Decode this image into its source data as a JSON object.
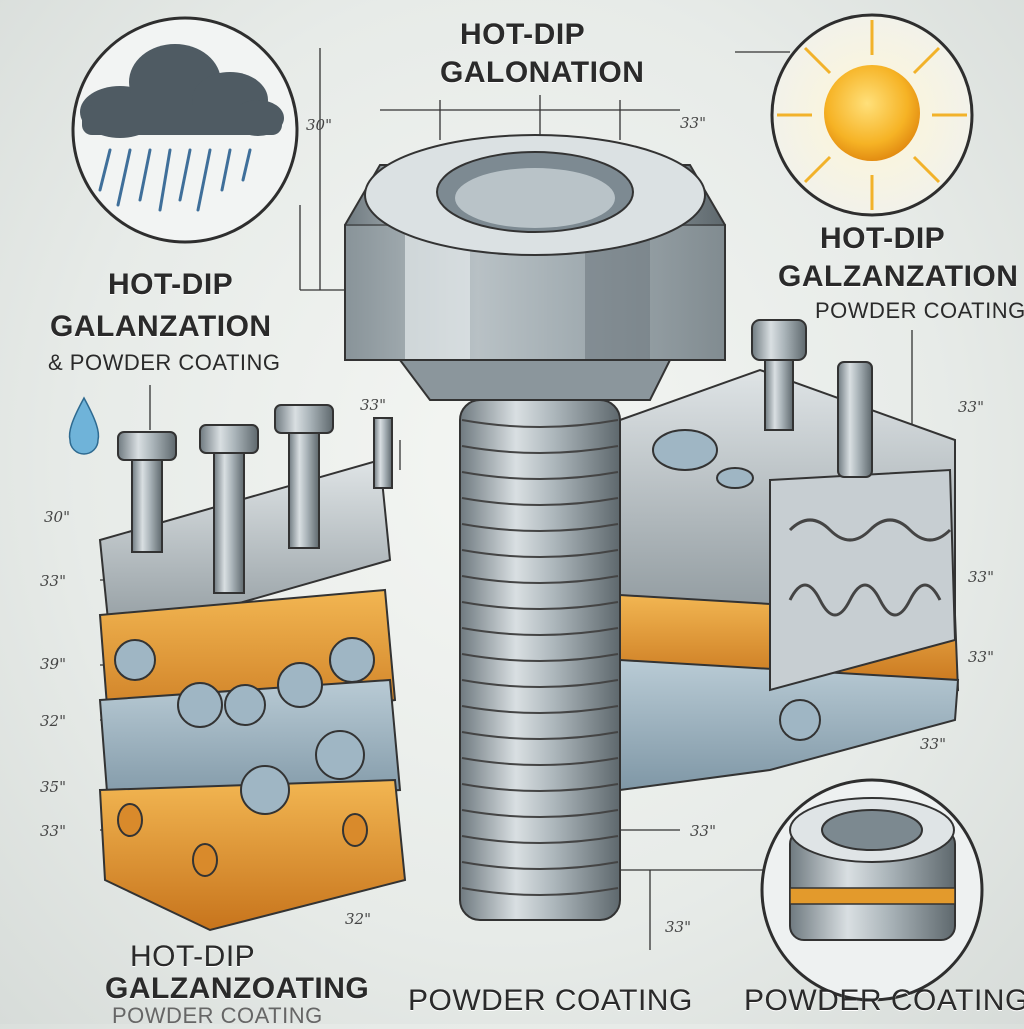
{
  "title": {
    "line1": "HOT-DIP",
    "line2": "GALONATION"
  },
  "left_label": {
    "line1": "HOT-DIP",
    "line2": "GALANZATION",
    "line3": "& POWDER COATING"
  },
  "right_label": {
    "line1": "HOT-DIP",
    "line2": "GALZANZATION",
    "line3": "POWDER COATING"
  },
  "bottom_left_label": {
    "line1": "HOT-DIP",
    "line2": "GALZANZOATING",
    "line3": "POWDER COATING"
  },
  "bottom_center_label": "POWDER COATING",
  "bottom_right_label": "POWDER COATING",
  "dimensions": {
    "top_left": "30\"",
    "top_right": "33\"",
    "mid_center": "33\"",
    "left_1": "30\"",
    "left_2": "33\"",
    "left_3": "39\"",
    "left_4": "32\"",
    "left_5": "35\"",
    "left_6": "33\"",
    "right_1": "33\"",
    "right_2": "33\"",
    "right_3": "33\"",
    "right_4": "33\"",
    "bottom_1": "32\"",
    "bottom_2": "33\"",
    "bottom_3": "33\""
  },
  "colors": {
    "steel": "#9aa6ad",
    "coating": "#e39a2c",
    "sun": "#f6b325",
    "cloud": "#56616a"
  }
}
